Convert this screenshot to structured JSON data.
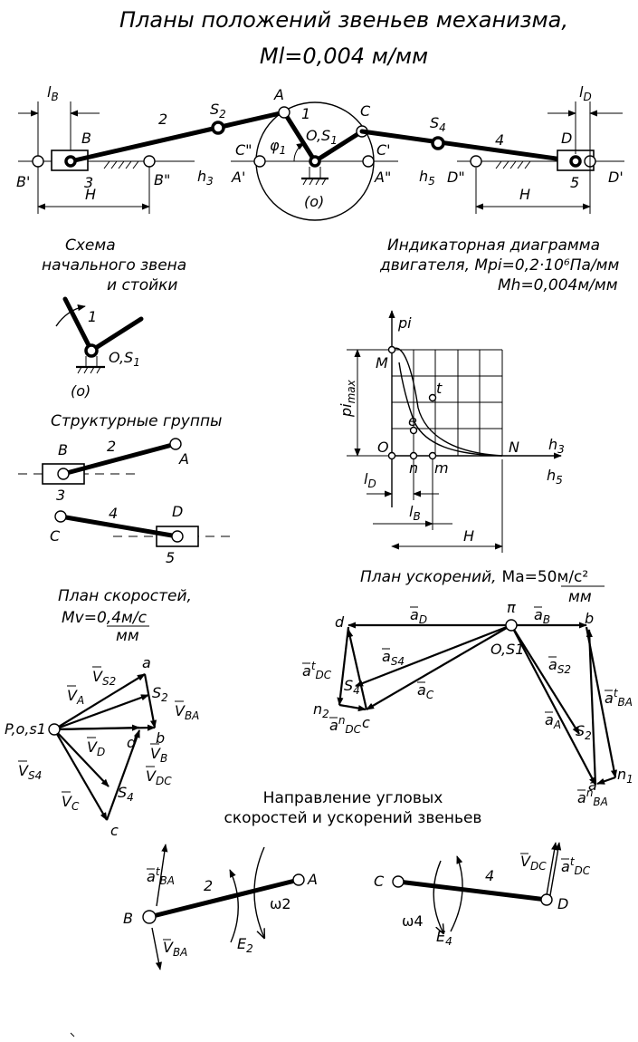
{
  "title": {
    "line1": "Планы положений звеньев механизма,",
    "line2": "Ml=0,004 м/мм"
  },
  "positions": {
    "lB": "l",
    "lB_sub": "B",
    "lD": "l",
    "lD_sub": "D",
    "B": "B",
    "B1": "B'",
    "B2": "B\"",
    "D": "D",
    "D1": "D'",
    "D2": "D\"",
    "A": "A",
    "A1": "A'",
    "A2": "A\"",
    "C": "C",
    "C1": "C'",
    "C2": "C\"",
    "S2": "S",
    "S2_sub": "2",
    "S4": "S",
    "S4_sub": "4",
    "OS1": "O,S",
    "OS1_sub": "1",
    "phi": "φ",
    "phi_sub": "1",
    "one": "1",
    "two": "2",
    "three": "3",
    "four": "4",
    "five": "5",
    "o": "(o)",
    "H": "H",
    "h3": "h",
    "h3_sub": "3",
    "h5": "h",
    "h5_sub": "5"
  },
  "initial_link": {
    "title_1": "Схема",
    "title_2": "начального звена",
    "title_3": "и стойки",
    "one": "1",
    "OS1": "O,S",
    "OS1_sub": "1",
    "o": "(o)"
  },
  "structural": {
    "title": "Структурные группы",
    "B": "B",
    "A": "A",
    "two": "2",
    "three": "3",
    "C": "C",
    "D": "D",
    "four": "4",
    "five": "5"
  },
  "indicator": {
    "title_1": "Индикаторная диаграмма",
    "title_2": "двигателя, Mpi=0,2·10⁶Па/мм",
    "title_3": "Mh=0,004м/мм",
    "pi": "pi",
    "pimax": "pi",
    "pimax_sub": "max",
    "M": "M",
    "O": "O",
    "N": "N",
    "t": "t",
    "e": "e",
    "n": "n",
    "m": "m",
    "h3": "h",
    "h3_sub": "3",
    "h5": "h",
    "h5_sub": "5",
    "lD": "l",
    "lD_sub": "D",
    "lB": "l",
    "lB_sub": "B",
    "H": "H"
  },
  "velocity": {
    "title_1": "План скоростей,",
    "title_2a": "Mv=0,4",
    "title_2b": "м/с",
    "title_2c": "мм",
    "P": "P,o,s1",
    "a": "a",
    "b": "b",
    "c": "c",
    "d": "d",
    "S2": "S",
    "S2_sub": "2",
    "S4": "S",
    "S4_sub": "4",
    "VA": "V",
    "VA_sub": "A",
    "VS2": "V",
    "VS2_sub": "S2",
    "VBA": "V",
    "VBA_sub": "BA",
    "VB": "V",
    "VB_sub": "B",
    "VD": "V",
    "VD_sub": "D",
    "VDC": "V",
    "VDC_sub": "DC",
    "VS4": "V",
    "VS4_sub": "S4",
    "VC": "V",
    "VC_sub": "C"
  },
  "acceleration": {
    "title_a": "План ускорений,",
    "title_b": "Ma=50",
    "title_c": "м/с²",
    "title_d": "мм",
    "pi": "π",
    "OS1": "O,S1",
    "d": "d",
    "b": "b",
    "c": "c",
    "a": "a",
    "n1": "n",
    "n1_sub": "1",
    "n2": "n",
    "n2_sub": "2",
    "S4": "S",
    "S4_sub": "4",
    "S2": "S",
    "S2_sub": "2",
    "aD": "a",
    "aD_sub": "D",
    "aB": "a",
    "aB_sub": "B",
    "aS4": "a",
    "aS4_sub": "S4",
    "aC": "a",
    "aC_sub": "C",
    "aS2": "a",
    "aS2_sub": "S2",
    "aA": "a",
    "aA_sub": "A",
    "atDC": "a",
    "atDC_sup": "t",
    "atDC_sub": "DC",
    "anDC": "a",
    "anDC_sup": "n",
    "anDC_sub": "DC",
    "atBA": "a",
    "atBA_sup": "t",
    "atBA_sub": "BA",
    "anBA": "a",
    "anBA_sup": "n",
    "anBA_sub": "BA"
  },
  "angular": {
    "title_1": "Направление угловых",
    "title_2": "скоростей и ускорений звеньев",
    "B": "B",
    "A": "A",
    "two": "2",
    "C": "C",
    "D": "D",
    "four": "4",
    "w2": "ω2",
    "w4": "ω4",
    "E2": "E",
    "E2_sub": "2",
    "E4": "E",
    "E4_sub": "4",
    "atBA": "a",
    "atBA_sup": "t",
    "atBA_sub": "BA",
    "VBA": "V",
    "VBA_sub": "BA",
    "VDC": "V",
    "VDC_sub": "DC",
    "atDC": "a",
    "atDC_sup": "t",
    "atDC_sub": "DC"
  }
}
